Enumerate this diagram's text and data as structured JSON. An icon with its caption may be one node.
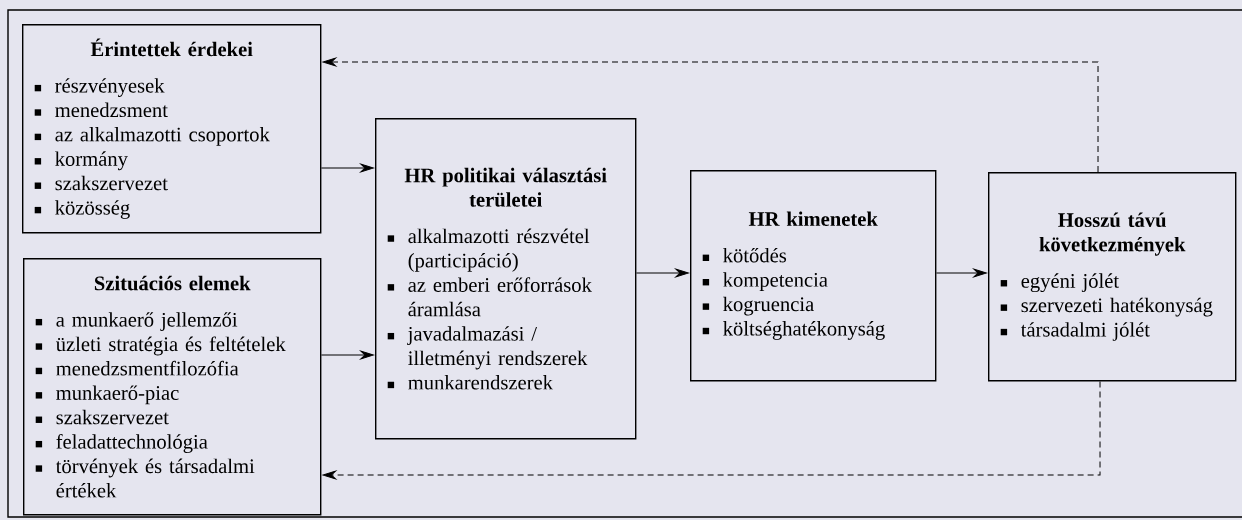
{
  "diagram": {
    "nodes": [
      {
        "text": [
          "Érintettek érdekei",
          "részvényesek",
          "menedzsment",
          "az alkalmazotti csoportok",
          "kormány",
          "szakszervezet",
          "közösség"
        ]
      },
      {
        "text": [
          "Szituációs elemek",
          "a munkaerő jellemzői",
          "üzleti stratégia és feltételek",
          "menedzsmentfilozófia",
          "munkaerő-piac",
          "szakszervezet",
          "feladattechnológia",
          "törvények és társadalmi értékek"
        ]
      },
      {
        "text": [
          "HR politikai választási területei",
          "alkalmazotti részvétel (participáció)",
          "az emberi erőforrások áramlása",
          "javadalmazási / illetményi rendszerek",
          "munkarendszerek"
        ]
      },
      {
        "text": [
          "HR kimenetek",
          "kötődés",
          "kompetencia",
          "kogruencia",
          "költséghatékonyság"
        ]
      },
      {
        "text": [
          "Hosszú távú következmények",
          "egyéni jólét",
          "szervezeti hatékonyság",
          "társadalmi jólét"
        ]
      }
    ],
    "edges": [
      {
        "from": 0,
        "to": 2,
        "arrow": "to"
      },
      {
        "from": 1,
        "to": 2,
        "arrow": "to"
      },
      {
        "from": 2,
        "to": 3,
        "arrow": "to"
      },
      {
        "from": 3,
        "to": 4,
        "arrow": "to"
      },
      {
        "from": 4,
        "to": 0,
        "arrow": "to",
        "style": "dashed"
      },
      {
        "from": 4,
        "to": 1,
        "arrow": "to",
        "style": "dashed"
      }
    ]
  }
}
